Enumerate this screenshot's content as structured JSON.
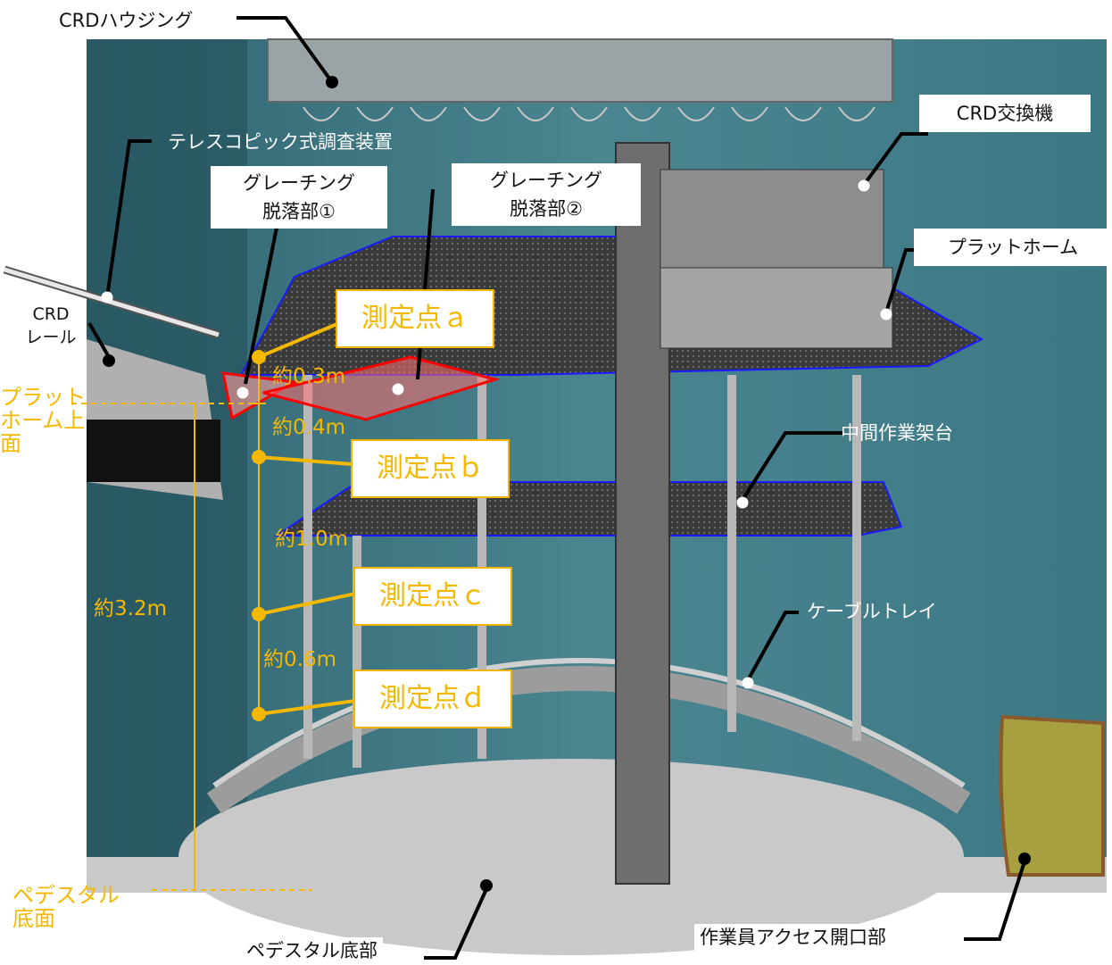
{
  "labels": {
    "crd_housing": "CRDハウジング",
    "telescopic": "テレスコピック式調査装置",
    "grating1_l1": "グレーチング",
    "grating1_l2": "脱落部①",
    "grating2_l1": "グレーチング",
    "grating2_l2": "脱落部②",
    "crd_exchanger": "CRD交換機",
    "platform": "プラットホーム",
    "crd_rail_l1": "CRD",
    "crd_rail_l2": "レール",
    "intermediate": "中間作業架台",
    "cable_tray": "ケーブルトレイ",
    "pedestal_bottom_part": "ペデスタル底部",
    "worker_access": "作業員アクセス開口部"
  },
  "measure_points": {
    "a": "測定点ａ",
    "b": "測定点ｂ",
    "c": "測定点ｃ",
    "d": "測定点ｄ"
  },
  "dimensions": {
    "d1": "約0.3m",
    "d2": "約0.4m",
    "d3": "約1.0m",
    "d4": "約0.6m",
    "total": "約3.2m"
  },
  "side_labels": {
    "platform_top_l1": "プラット",
    "platform_top_l2": "ホーム上",
    "platform_top_l3": "面",
    "pedestal_floor_l1": "ペデスタル",
    "pedestal_floor_l2": "底面"
  },
  "colors": {
    "measure_accent": "#f5b800",
    "grating_outline": "#ff0000",
    "background_wall": "#3d7480",
    "structure_gray": "#a9a9a9",
    "access_opening": "#a6a040"
  }
}
